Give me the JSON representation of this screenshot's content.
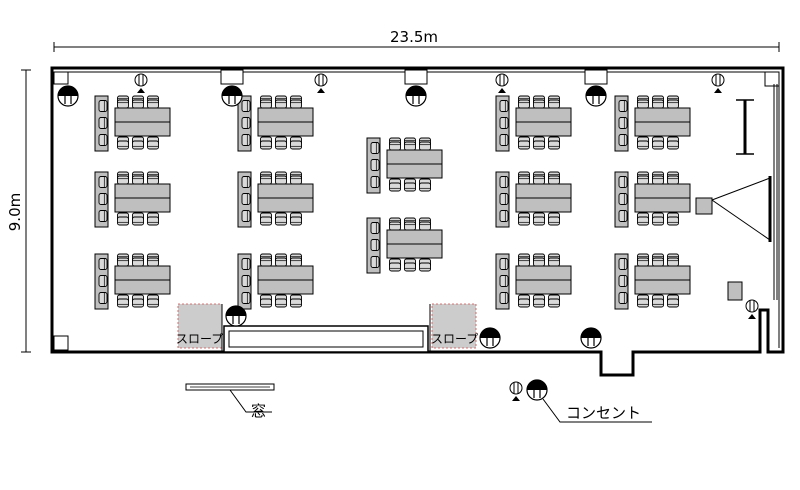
{
  "dimensions": {
    "width_label": "23.5m",
    "height_label": "9.0m"
  },
  "labels": {
    "slope_left": "スロープ",
    "slope_right": "スロープ",
    "window": "窓",
    "outlet": "コンセント"
  },
  "legend_icons": [
    "floor-outlet-icon",
    "wall-outlet-icon",
    "window-symbol"
  ],
  "colors": {
    "wall": "#000000",
    "table": "#bfbfbf",
    "chair": "#d9d9d9",
    "ramp": "#cccccc",
    "ramp_border": "#d05050"
  }
}
